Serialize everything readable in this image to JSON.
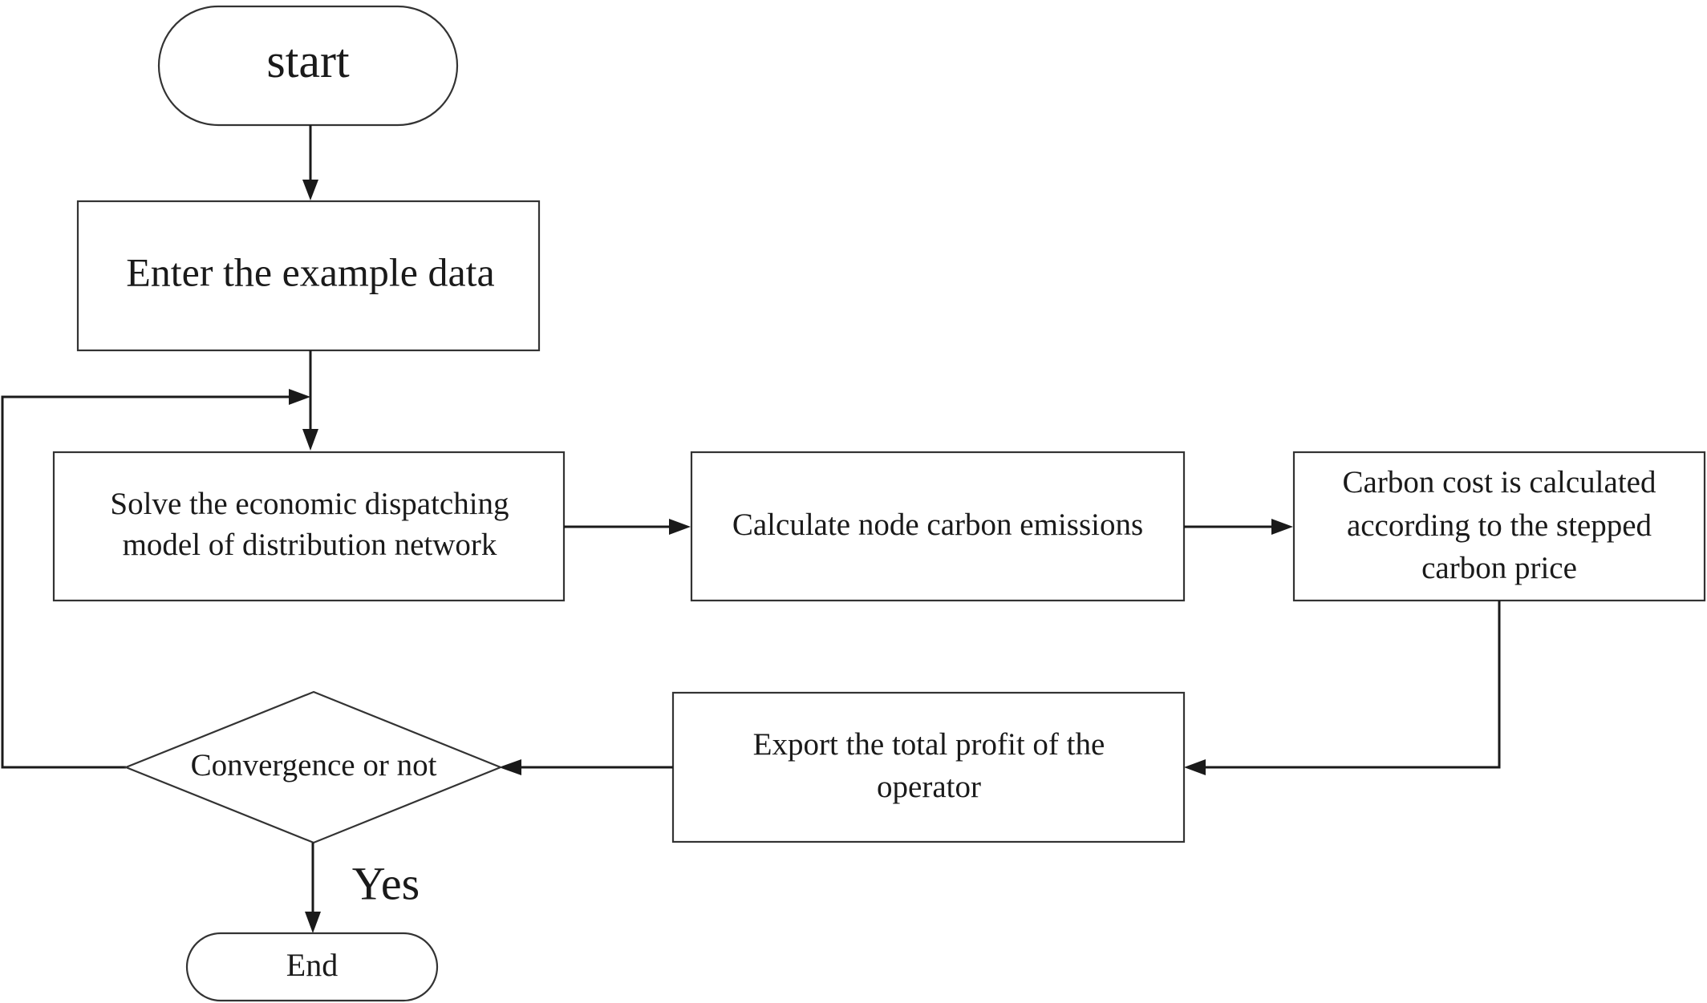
{
  "flowchart": {
    "start": "start",
    "enter_data": "Enter the example data",
    "solve": [
      "Solve the economic dispatching",
      "model of distribution network"
    ],
    "calc_emissions": "Calculate node carbon emissions",
    "carbon_cost": [
      "Carbon cost is calculated",
      "according to the stepped",
      "carbon price"
    ],
    "export_profit": [
      "Export the total profit of the",
      "operator"
    ],
    "convergence": "Convergence or not",
    "yes": "Yes",
    "end": "End"
  }
}
